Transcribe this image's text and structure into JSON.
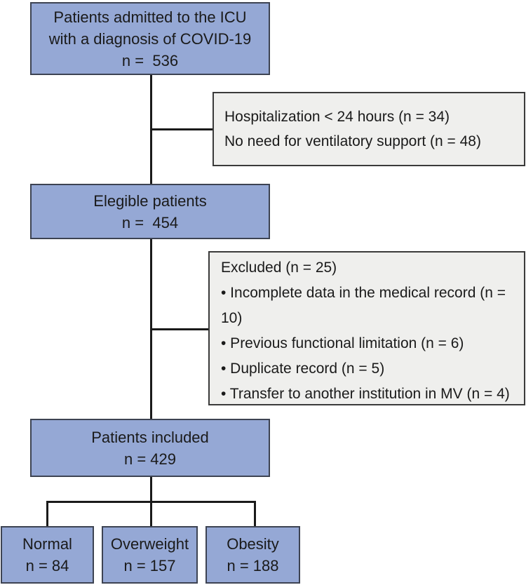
{
  "colors": {
    "node_fill": "#95a8d5",
    "node_border": "#3d4352",
    "side_fill": "#efefed",
    "side_border": "#3a3a3a",
    "connector": "#1a1a1a"
  },
  "flow": {
    "admitted": {
      "line1": "Patients admitted to the ICU",
      "line2": "with a diagnosis of COVID-19",
      "n": "n =  536"
    },
    "hospitalization": {
      "lines": [
        "Hospitalization < 24 hours (n = 34)",
        "No need for ventilatory support (n = 48)"
      ]
    },
    "eligible": {
      "label": "Elegible patients",
      "n": "n =  454"
    },
    "excluded": {
      "header": "Excluded (n = 25)",
      "bullets": [
        "• Incomplete data in the medical record (n = 10)",
        "• Previous functional limitation (n = 6)",
        "• Duplicate record (n = 5)",
        "• Transfer to another institution in MV (n = 4)"
      ]
    },
    "included": {
      "label": "Patients included",
      "n": "n = 429"
    },
    "groups": [
      {
        "label": "Normal",
        "n": "n = 84"
      },
      {
        "label": "Overweight",
        "n": "n = 157"
      },
      {
        "label": "Obesity",
        "n": "n = 188"
      }
    ]
  }
}
